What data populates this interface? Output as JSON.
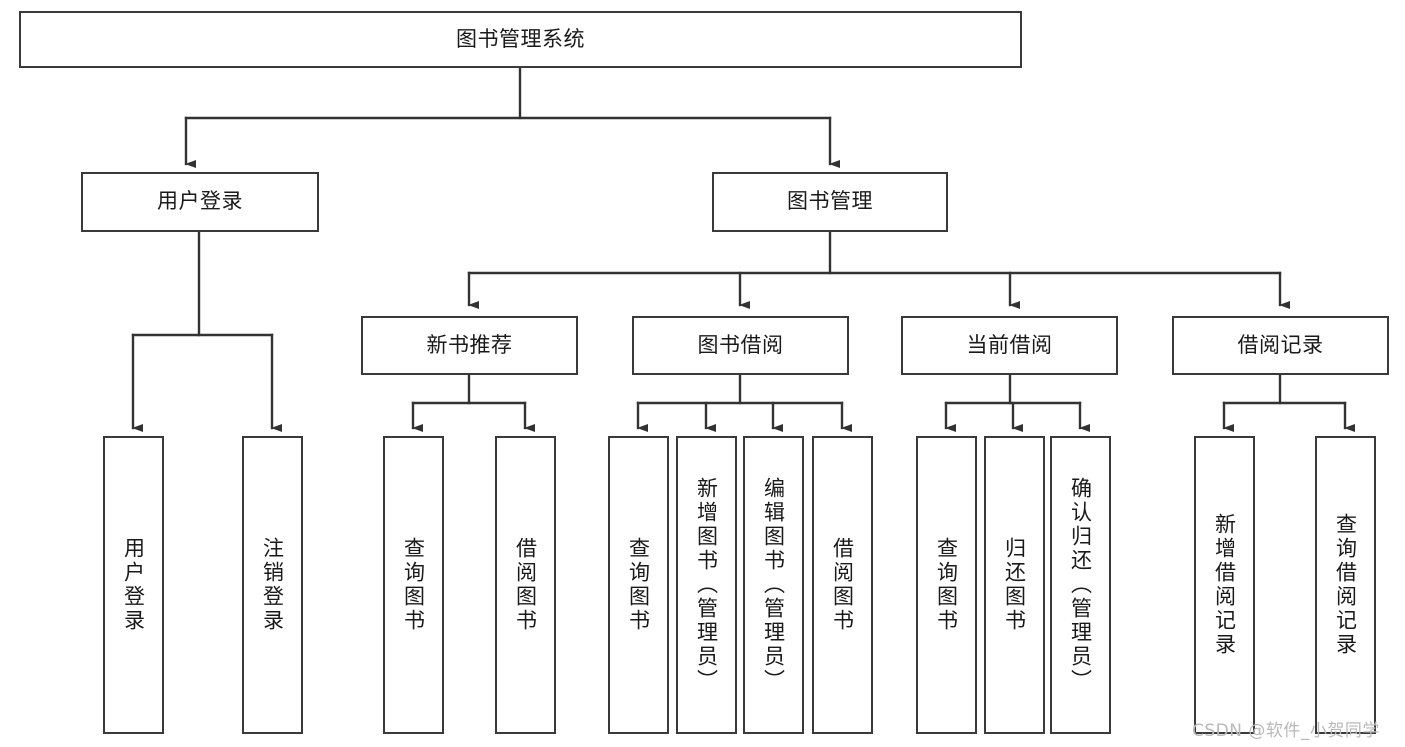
{
  "diagram": {
    "title": "图书管理系统",
    "type": "hierarchy-tree",
    "watermark": "CSDN @软件_小贺同学",
    "colors": {
      "box_border": "#3a3a3a",
      "box_fill": "#ffffff",
      "connector": "#333333",
      "text": "#1a1a1a",
      "watermark": "#b9b9b9",
      "background": "#ffffff"
    },
    "nodes": {
      "root": {
        "label": "图书管理系统",
        "level": 1,
        "orientation": "horizontal"
      },
      "l2": [
        {
          "label": "用户登录",
          "orientation": "horizontal"
        },
        {
          "label": "图书管理",
          "orientation": "horizontal"
        }
      ],
      "l3": [
        {
          "label": "新书推荐",
          "orientation": "horizontal"
        },
        {
          "label": "图书借阅",
          "orientation": "horizontal"
        },
        {
          "label": "当前借阅",
          "orientation": "horizontal"
        },
        {
          "label": "借阅记录",
          "orientation": "horizontal"
        }
      ],
      "leaves": {
        "user_login": [
          {
            "label": "用户登录",
            "orientation": "vertical"
          },
          {
            "label": "注销登录",
            "orientation": "vertical"
          }
        ],
        "new_book": [
          {
            "label": "查询图书",
            "orientation": "vertical"
          },
          {
            "label": "借阅图书",
            "orientation": "vertical"
          }
        ],
        "book_borrow": [
          {
            "label": "查询图书",
            "orientation": "vertical"
          },
          {
            "label": "新增图书（管理员）",
            "orientation": "vertical"
          },
          {
            "label": "编辑图书（管理员）",
            "orientation": "vertical"
          },
          {
            "label": "借阅图书",
            "orientation": "vertical"
          }
        ],
        "current_borrow": [
          {
            "label": "查询图书",
            "orientation": "vertical"
          },
          {
            "label": "归还图书",
            "orientation": "vertical"
          },
          {
            "label": "确认归还（管理员）",
            "orientation": "vertical"
          }
        ],
        "borrow_record": [
          {
            "label": "新增借阅记录",
            "orientation": "vertical"
          },
          {
            "label": "查询借阅记录",
            "orientation": "vertical"
          }
        ]
      }
    }
  }
}
